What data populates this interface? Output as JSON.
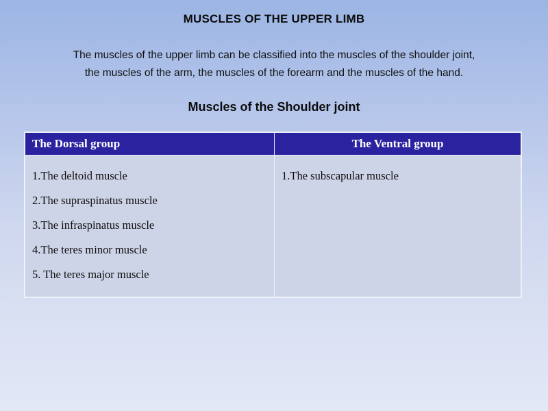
{
  "slide": {
    "title": "MUSCLES OF THE UPPER LIMB",
    "intro_lines": [
      "The muscles of the upper limb can be classified into the muscles of the shoulder joint,",
      "the muscles of the arm, the muscles of the forearm and the muscles of the hand."
    ],
    "section_heading": "Muscles of the Shoulder joint"
  },
  "table": {
    "headers": [
      "The Dorsal group",
      "The Ventral group"
    ],
    "columns": [
      {
        "header": "The Dorsal group",
        "items": [
          "1.The deltoid muscle",
          "2.The supraspinatus muscle",
          "3.The infraspinatus muscle",
          "4.The teres minor muscle",
          "5. The teres major muscle"
        ]
      },
      {
        "header": "The Ventral group",
        "items": [
          "1.The subscapular muscle"
        ]
      }
    ]
  },
  "colors": {
    "background_top": "#9cb5e4",
    "background_bottom": "#e3e8f6",
    "table_header_bg": "#2b22a0",
    "table_header_text": "#ffffff",
    "table_cell_bg": "#ced4e7",
    "table_border": "#eef1f8",
    "text": "#0d0d0d"
  }
}
